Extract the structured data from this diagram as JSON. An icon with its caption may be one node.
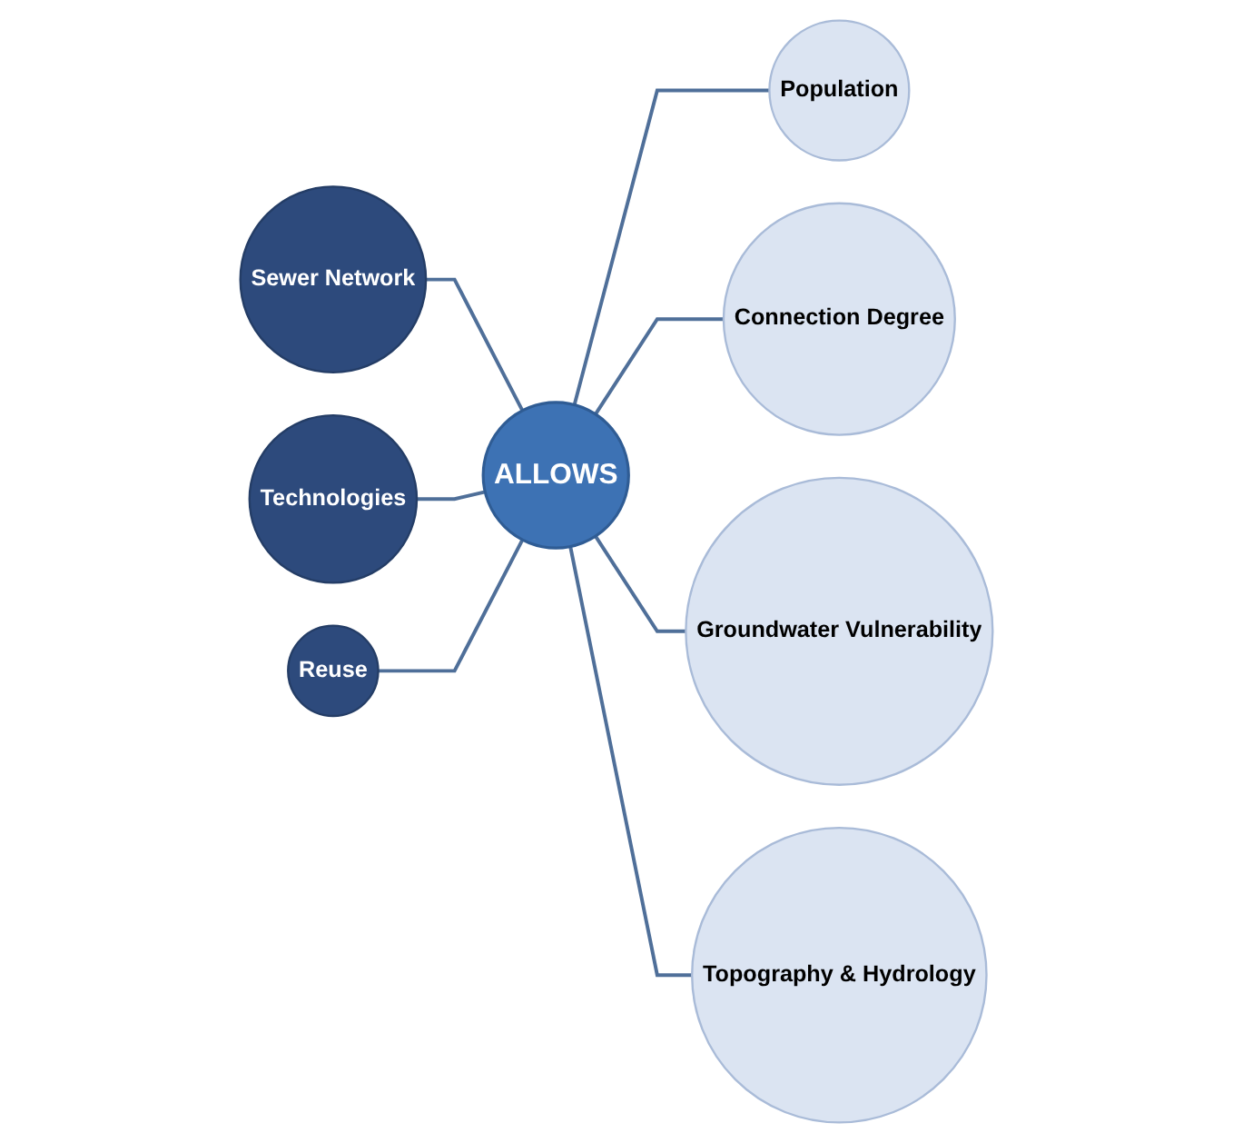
{
  "diagram": {
    "nodes": [
      {
        "text": [
          "ALLOWS"
        ]
      },
      {
        "text": [
          "Population"
        ]
      },
      {
        "text": [
          "Connection Degree"
        ]
      },
      {
        "text": [
          "Groundwater Vulnerability"
        ]
      },
      {
        "text": [
          "Topography & Hydrology"
        ]
      },
      {
        "text": [
          "Sewer Network"
        ]
      },
      {
        "text": [
          "Technologies"
        ]
      },
      {
        "text": [
          "Reuse"
        ]
      }
    ],
    "edges": [
      {
        "from": 0,
        "to": 1,
        "arrow": "none"
      },
      {
        "from": 0,
        "to": 2,
        "arrow": "none"
      },
      {
        "from": 0,
        "to": 3,
        "arrow": "none"
      },
      {
        "from": 0,
        "to": 4,
        "arrow": "none"
      },
      {
        "from": 5,
        "to": 0,
        "arrow": "none"
      },
      {
        "from": 6,
        "to": 0,
        "arrow": "none"
      },
      {
        "from": 7,
        "to": 0,
        "arrow": "none"
      }
    ]
  }
}
